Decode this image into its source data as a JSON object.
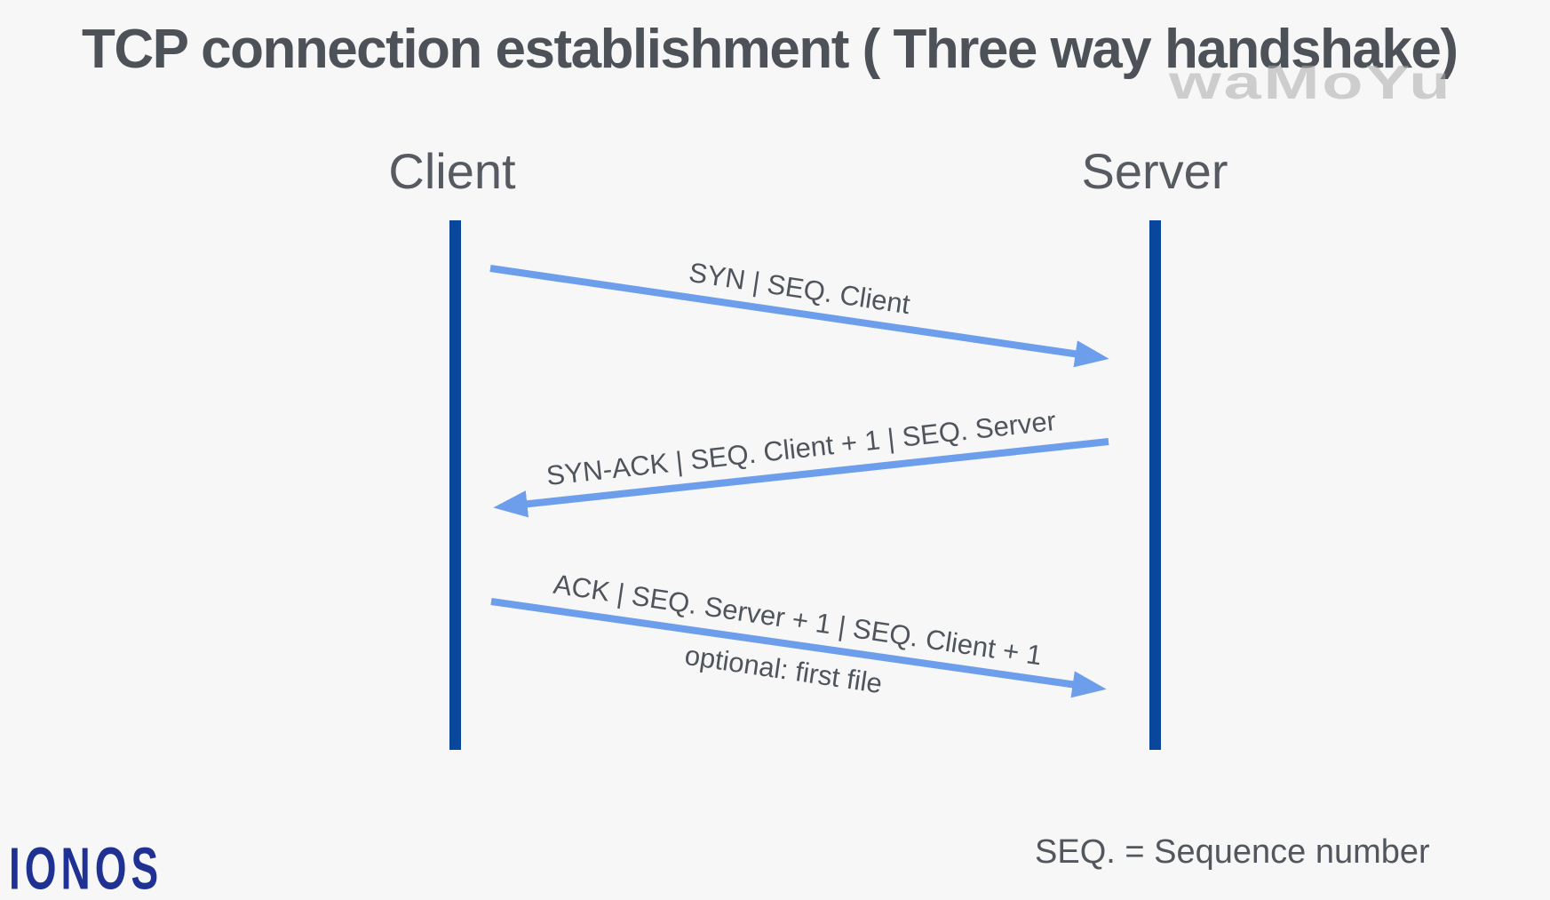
{
  "title": "TCP connection establishment ( Three way handshake)",
  "watermark": "waMoYu",
  "diagram": {
    "type": "sequence-diagram",
    "actors": [
      {
        "name": "Client"
      },
      {
        "name": "Server"
      }
    ],
    "messages": [
      {
        "from": "Client",
        "to": "Server",
        "label": "SYN | SEQ. Client"
      },
      {
        "from": "Server",
        "to": "Client",
        "label": "SYN-ACK | SEQ. Client + 1 | SEQ. Server"
      },
      {
        "from": "Client",
        "to": "Server",
        "label": "ACK | SEQ. Server + 1 | SEQ. Client + 1",
        "sublabel": "optional: first file"
      }
    ]
  },
  "footer": {
    "logo": "IONOS",
    "note": "SEQ. = Sequence number"
  },
  "colors": {
    "background": "#f7f7f7",
    "title_text": "#4c5258",
    "label_text": "#4f555c",
    "lifeline_blue": "#09479c",
    "arrow_blue": "#6d9eeb",
    "watermark_gray": "#acacac",
    "logo_blue": "#1f3193"
  }
}
